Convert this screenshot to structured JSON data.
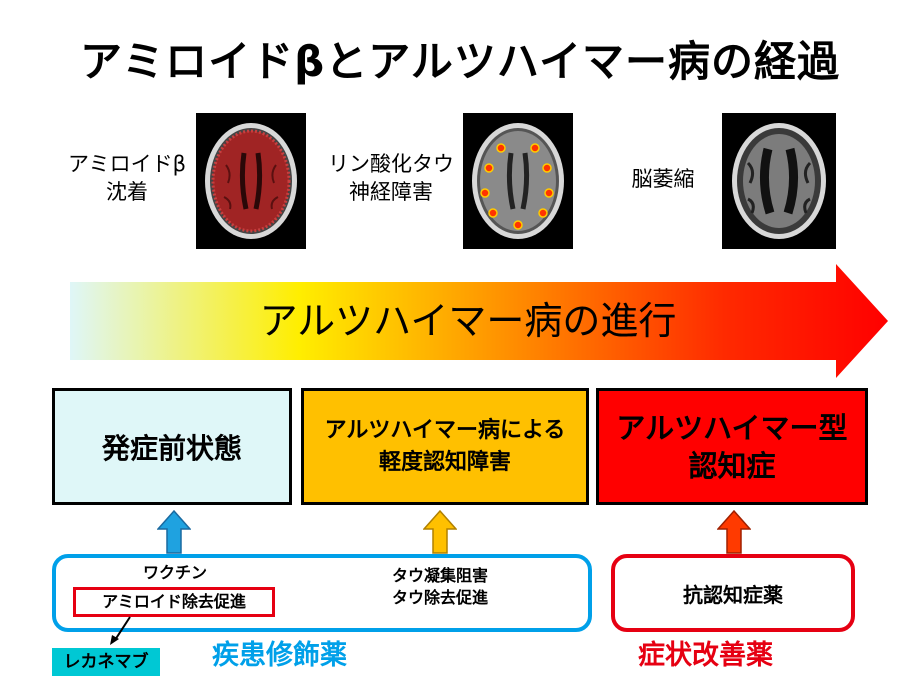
{
  "title": "アミロイドβとアルツハイマー病の経過",
  "stages_images": [
    {
      "label_line1": "アミロイドβ",
      "label_line2": "沈着"
    },
    {
      "label_line1": "リン酸化タウ",
      "label_line2": "神経障害"
    },
    {
      "label_line1": "脳萎縮",
      "label_line2": ""
    }
  ],
  "progress_arrow": {
    "label": "アルツハイマー病の進行"
  },
  "stage_boxes": [
    {
      "line1": "発症前状態",
      "line2": "",
      "fill": "#dff7f8"
    },
    {
      "line1": "アルツハイマー病による",
      "line2": "軽度認知障害",
      "fill": "#ffc000"
    },
    {
      "line1": "アルツハイマー型",
      "line2": "認知症",
      "fill": "#ff0000"
    }
  ],
  "treatments": {
    "left_group": {
      "vaccine": "ワクチン",
      "amyloid_removal": "アミロイド除去促進",
      "tau_line1": "タウ凝集阻害",
      "tau_line2": "タウ除去促進"
    },
    "right_group": {
      "label": "抗認知症薬"
    }
  },
  "drug_example": {
    "label": "レカネマブ"
  },
  "categories": {
    "disease_modifying": "疾患修飾薬",
    "symptomatic": "症状改善薬"
  },
  "colors": {
    "cyan_border": "#00a0e9",
    "red": "#ff0000",
    "orange": "#ffc000",
    "light_cyan": "#dff7f8",
    "teal_label": "#00c8d4",
    "cat_blue": "#00a0e9",
    "cat_red": "#e60012"
  }
}
